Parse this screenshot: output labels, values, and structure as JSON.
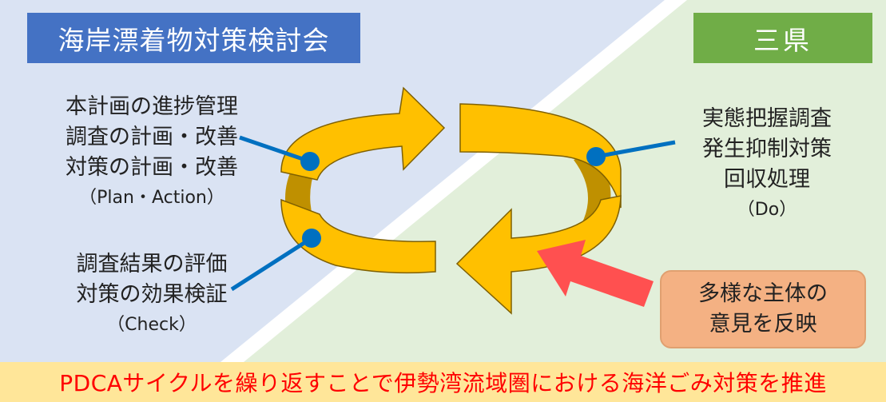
{
  "left_panel": {
    "title": "海岸漂着物対策検討会",
    "plan_action": {
      "lines": [
        "本計画の進捗管理",
        "調査の計画・改善",
        "対策の計画・改善"
      ],
      "paren": "（Plan・Action）"
    },
    "check": {
      "lines": [
        "調査結果の評価",
        "対策の効果検証"
      ],
      "paren": "（Check）"
    }
  },
  "right_panel": {
    "title": "三県",
    "do": {
      "lines": [
        "実態把握調査",
        "発生抑制対策",
        "回収処理"
      ],
      "paren": "（Do）"
    },
    "voice_box": {
      "lines": [
        "多様な主体の",
        "意見を反映"
      ]
    }
  },
  "banner": {
    "text": "PDCAサイクルを繰り返すことで伊勢湾流域圏における海洋ごみ対策を推進"
  },
  "colors": {
    "left_bg": "#dae3f3",
    "right_bg": "#e2efda",
    "left_title_bg": "#4472c4",
    "right_title_bg": "#70ad47",
    "cycle_fill": "#ffc000",
    "cycle_inner": "#bf9000",
    "connector": "#0070c0",
    "red_arrow": "#ff5050",
    "voice_bg": "#f4b183",
    "banner_bg": "#ffe699",
    "banner_text": "#ff0000"
  }
}
